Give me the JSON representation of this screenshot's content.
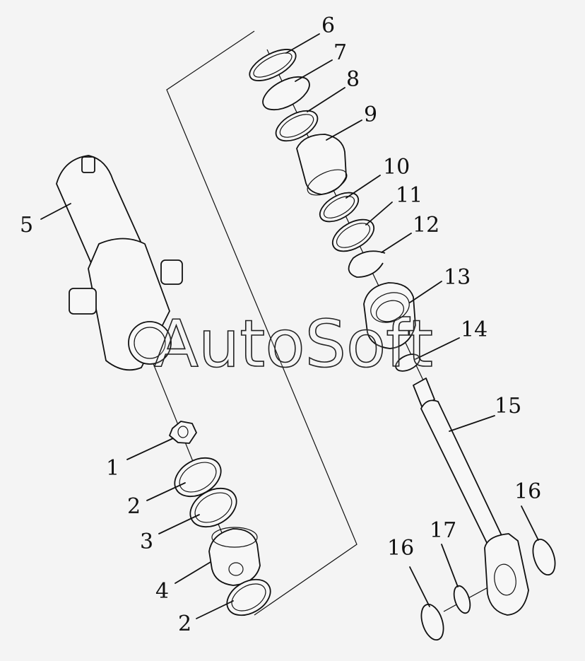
{
  "watermark": "AutoSoft",
  "callouts": [
    {
      "id": "1",
      "label": "1"
    },
    {
      "id": "2a",
      "label": "2"
    },
    {
      "id": "3",
      "label": "3"
    },
    {
      "id": "4",
      "label": "4"
    },
    {
      "id": "2b",
      "label": "2"
    },
    {
      "id": "5",
      "label": "5"
    },
    {
      "id": "6",
      "label": "6"
    },
    {
      "id": "7",
      "label": "7"
    },
    {
      "id": "8",
      "label": "8"
    },
    {
      "id": "9",
      "label": "9"
    },
    {
      "id": "10",
      "label": "10"
    },
    {
      "id": "11",
      "label": "11"
    },
    {
      "id": "12",
      "label": "12"
    },
    {
      "id": "13",
      "label": "13"
    },
    {
      "id": "14",
      "label": "14"
    },
    {
      "id": "15",
      "label": "15"
    },
    {
      "id": "16a",
      "label": "16"
    },
    {
      "id": "16b",
      "label": "16"
    },
    {
      "id": "17",
      "label": "17"
    }
  ]
}
